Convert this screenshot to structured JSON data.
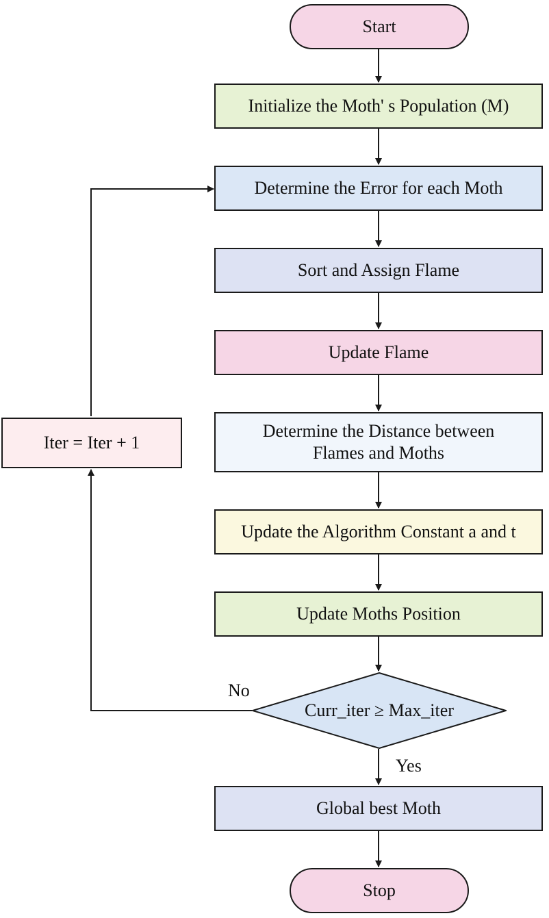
{
  "nodes": {
    "start": "Start",
    "init": "Initialize the Moth' s Population (M)",
    "error": "Determine the Error for each Moth",
    "sort": "Sort and Assign Flame",
    "update_flame": "Update Flame",
    "distance_line1": "Determine the Distance between",
    "distance_line2": "Flames and Moths",
    "constant": "Update the Algorithm Constant a and t",
    "position": "Update Moths Position",
    "decision": "Curr_iter ≥ Max_iter",
    "best": "Global best Moth",
    "stop": "Stop",
    "iter": "Iter = Iter + 1"
  },
  "edge_labels": {
    "no": "No",
    "yes": "Yes"
  },
  "colors": {
    "terminal": "#f6d6e6",
    "green": "#e7f2d4",
    "light_blue": "#dbe7f6",
    "lavender": "#dde2f3",
    "pink": "#f6d6e6",
    "pale_blue": "#f1f6fc",
    "pale_yellow": "#fbf8df",
    "iter_box": "#fdedef",
    "decision": "#d8e5f5",
    "line": "#1a1a1a"
  }
}
